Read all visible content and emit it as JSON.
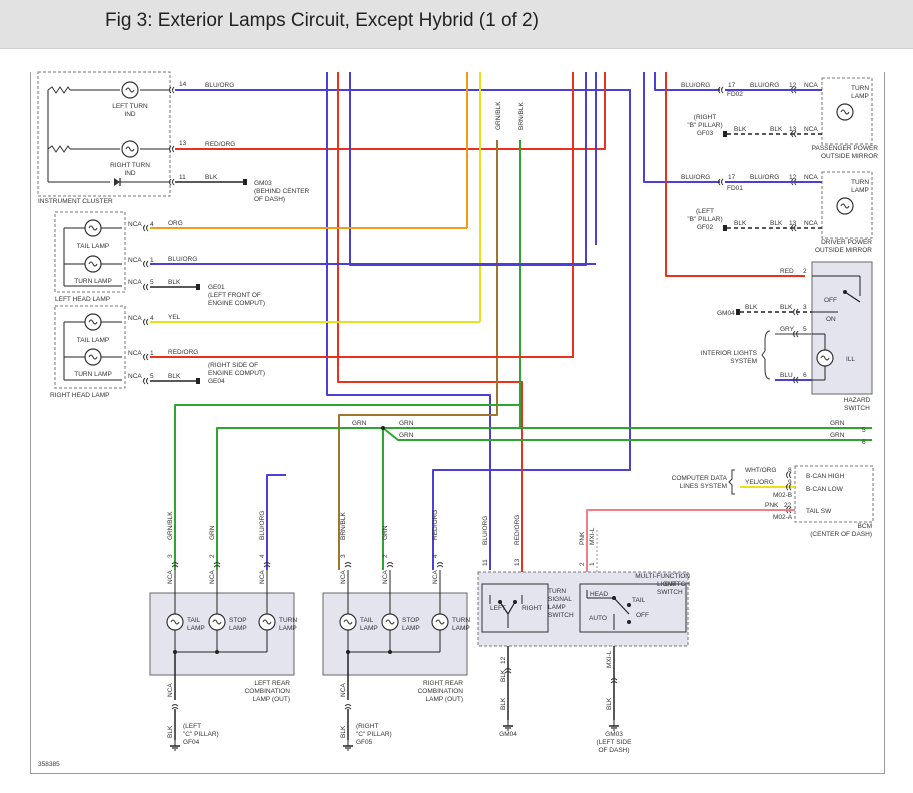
{
  "header": {
    "title": "Fig 3: Exterior Lamps Circuit, Except Hybrid (1 of 2)"
  },
  "colors": {
    "BLU": "#4a3fd6",
    "ORG": "#f39a1c",
    "RED": "#e8321e",
    "GRN": "#2fa52f",
    "YEL": "#e8e21a",
    "BRN": "#a0752c",
    "BLK": "#222222",
    "PNK": "#f07e86",
    "GRY": "#9a9a9a",
    "BOX": "#e4e4ee",
    "DASH": "#777777"
  },
  "labels": {
    "instrument_cluster": "INSTRUMENT CLUSTER",
    "left_turn_ind": [
      "LEFT TURN",
      "IND"
    ],
    "right_turn_ind": [
      "RIGHT TURN",
      "IND"
    ],
    "ic_pin_14": "14",
    "ic_pin_13": "13",
    "ic_pin_11": "11",
    "w_blu_org": "BLU/ORG",
    "w_red_org": "RED/ORG",
    "w_blk": "BLK",
    "gm03_top": [
      "GM03",
      "(BEHIND CENTER",
      "OF DASH)"
    ],
    "w_grn_blk_v": "GRN/BLK",
    "w_brn_blk_v": "BRN/BLK",
    "left_head_lamp": "LEFT HEAD LAMP",
    "right_head_lamp": "RIGHT HEAD LAMP",
    "tail_lamp": "TAIL LAMP",
    "turn_lamp": "TURN LAMP",
    "nca": "NCA",
    "lh_pin_4": "4",
    "lh_pin_1": "1",
    "lh_pin_5": "5",
    "w_org": "ORG",
    "w_yel": "YEL",
    "ge01": [
      "GE01",
      "(LEFT FRONT OF",
      "ENGINE COMPUT)"
    ],
    "ge04": [
      "(RIGHT SIDE OF",
      "ENGINE COMPUT)",
      "GE04"
    ],
    "pp_blu_org": "BLU/ORG",
    "pp_17": "17",
    "pp_fd02": "FD02",
    "pp_12": "12",
    "pp_13": "13",
    "pp_gf03": [
      "(RIGHT",
      "\"B\" PILLAR)",
      "GF03"
    ],
    "pp_mirror": [
      "PASSENGER POWER",
      "OUTSIDE MIRROR"
    ],
    "turn_lamp_2": [
      "TURN",
      "LAMP"
    ],
    "dp_fd01": "FD01",
    "dp_gf02": [
      "(LEFT",
      "\"B\" PILLAR)",
      "GF02"
    ],
    "dp_mirror": [
      "DRIVER POWER",
      "OUTSIDE MIRROR"
    ],
    "w_red": "RED",
    "hz_pin_2": "2",
    "hz_pin_3": "3",
    "hz_pin_5": "5",
    "hz_pin_6": "6",
    "gm04_top": "GM04",
    "hz_off": "OFF",
    "hz_on": "ON",
    "hz_ill": "ILL",
    "w_gry": "GRY",
    "w_blu": "BLU",
    "interior_lights": [
      "INTERIOR LIGHTS",
      "SYSTEM"
    ],
    "hazard_switch": [
      "HAZARD",
      "SWITCH"
    ],
    "w_grn": "GRN",
    "pin_5": "5",
    "pin_6": "6",
    "comp_data": [
      "COMPUTER DATA",
      "LINES SYSTEM"
    ],
    "w_wht_org": "WHT/ORG",
    "w_yel_org": "YEL/ORG",
    "w_pnk": "PNK",
    "bcm_8": "8",
    "bcm_9": "9",
    "bcm_22": "22",
    "m02b": "M02-B",
    "m02a": "M02-A",
    "bcan_high": "B-CAN HIGH",
    "bcan_low": "B-CAN LOW",
    "tail_sw": "TAIL SW",
    "bcm": [
      "BCM",
      "(CENTER OF DASH)"
    ],
    "lr_wires": [
      "GRN/BLK",
      "GRN",
      "BLU/ORG"
    ],
    "rr_wires": [
      "BRN/BLK",
      "GRN",
      "RED/ORG"
    ],
    "lr_pins": [
      "3",
      "2",
      "4"
    ],
    "rr_pins": [
      "3",
      "2",
      "4"
    ],
    "mf_wires": [
      "BLU/ORG",
      "RED/ORG",
      "PNK",
      "MXI-L"
    ],
    "mf_pins": [
      "11",
      "13",
      "2",
      "1"
    ],
    "stop_lamp": "STOP LAMP",
    "left_rear": [
      "LEFT REAR",
      "COMBINATION",
      "LAMP (OUT)"
    ],
    "right_rear": [
      "RIGHT REAR",
      "COMBINATION",
      "LAMP (OUT)"
    ],
    "gf04": [
      "(LEFT",
      "\"C\" PILLAR)",
      "GF04"
    ],
    "gf05": [
      "(RIGHT",
      "\"C\" PILLAR)",
      "GF05"
    ],
    "multi_function": [
      "MULTI-FUNCTION",
      "SWITCH"
    ],
    "turn_signal": [
      "TURN",
      "SIGNAL",
      "LAMP",
      "SWITCH"
    ],
    "light_switch": [
      "LIGHT",
      "SWITCH"
    ],
    "left": "LEFT",
    "right": "RIGHT",
    "head": "HEAD",
    "tail": "TAIL",
    "auto": "AUTO",
    "off": "OFF",
    "mf_bot_12": "12",
    "mf_bot_mxi": "MXI-L",
    "gm04_bot": "GM04",
    "gm03_bot": [
      "GM03",
      "(LEFT SIDE",
      "OF DASH)"
    ],
    "figure_id": "358385"
  }
}
